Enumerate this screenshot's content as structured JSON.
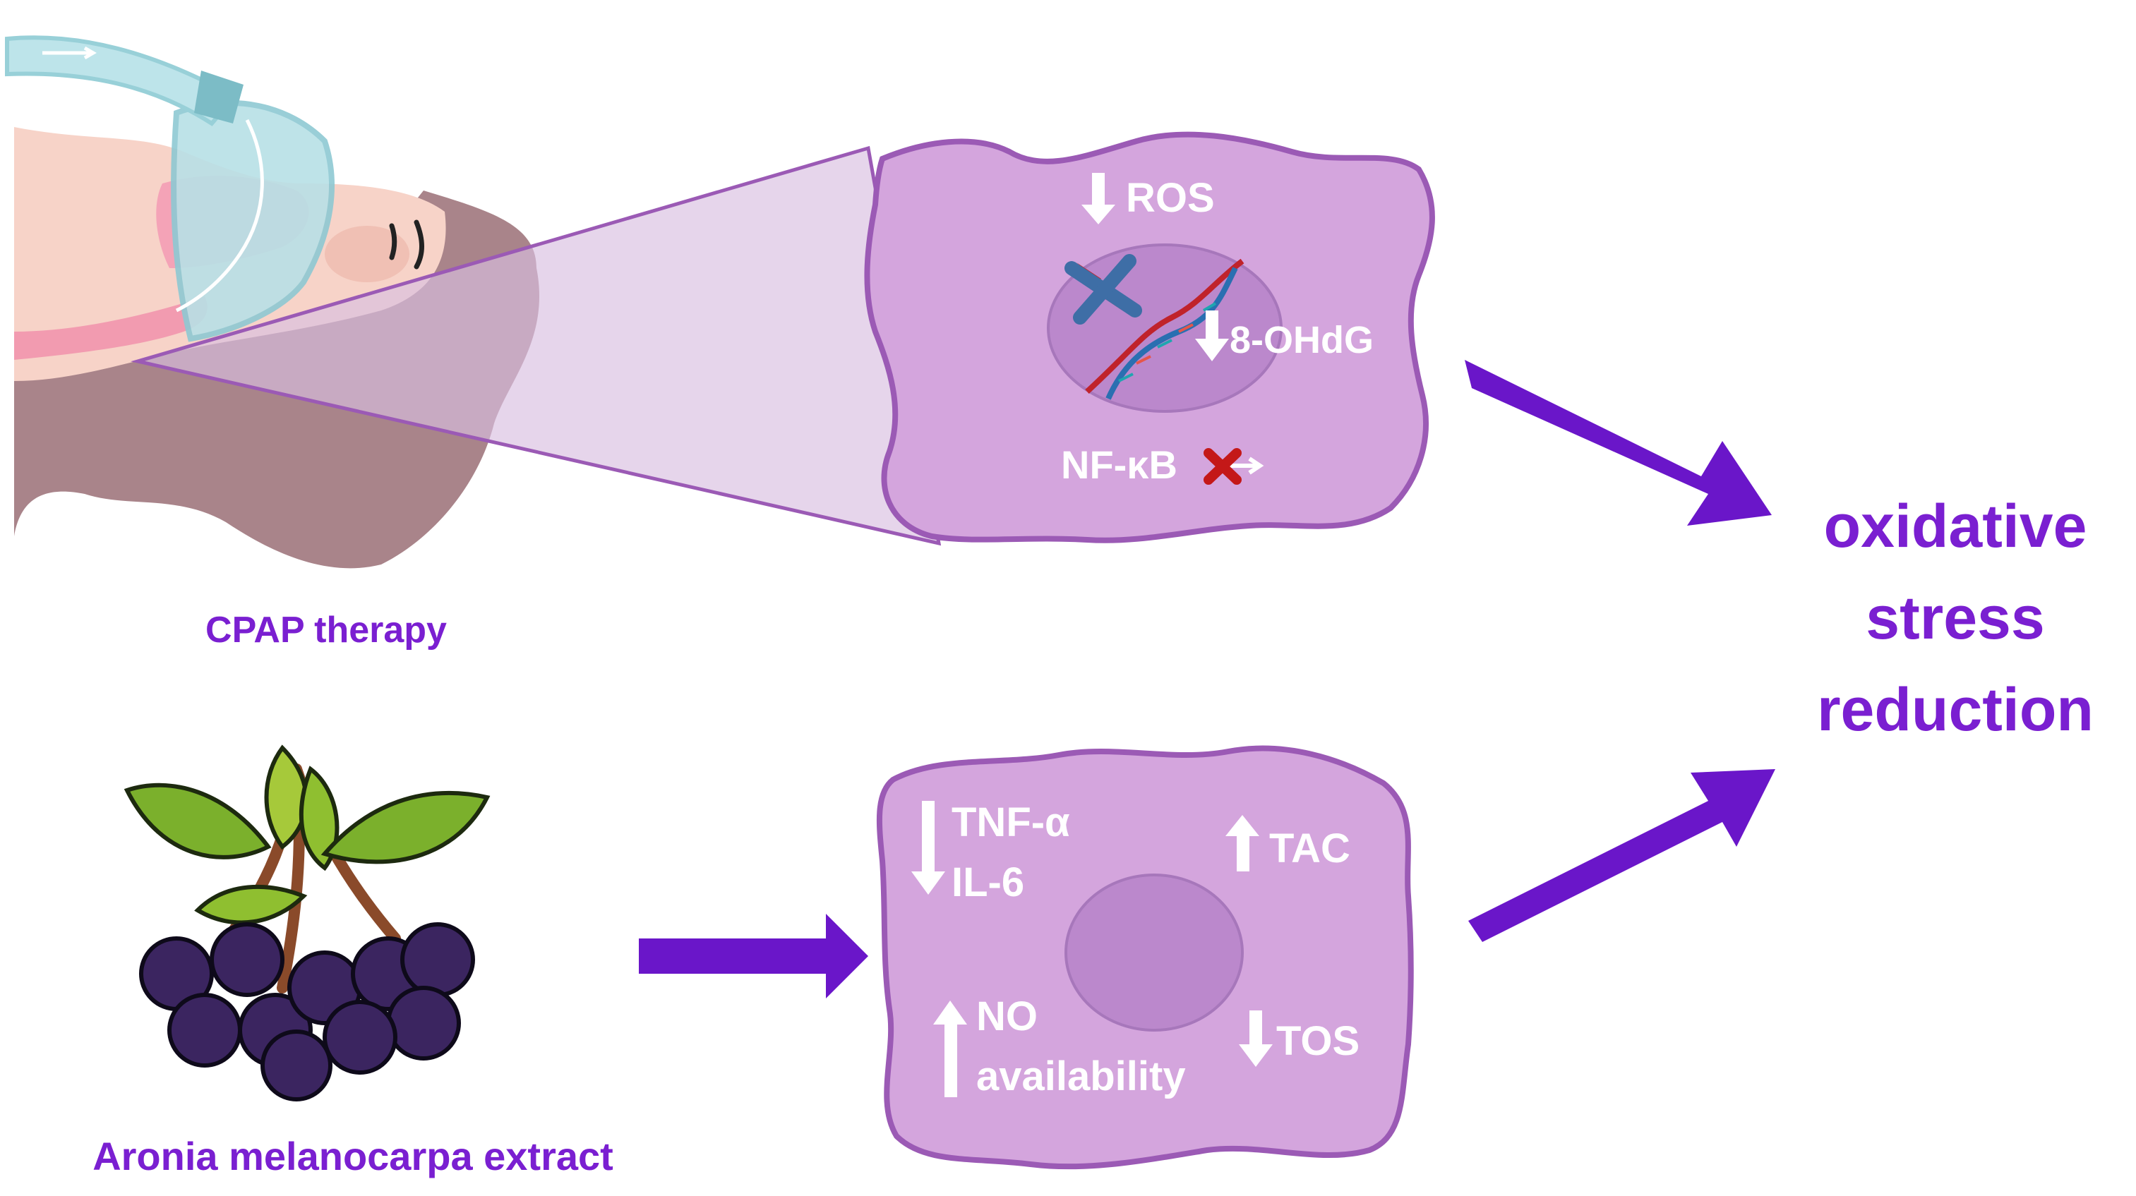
{
  "left_labels": {
    "cpap": "CPAP therapy",
    "aronia": "Aronia melanocarpa extract"
  },
  "cell_top": {
    "ros": "ROS",
    "ohdg": "8-OHdG",
    "nfkb": "NF-κB"
  },
  "cell_bottom": {
    "tnf": "TNF-α",
    "il6": "IL-6",
    "tac": "TAC",
    "no_line1": "NO",
    "no_line2": "availability",
    "tos": "TOS"
  },
  "outcome": {
    "line1": "oxidative",
    "line2": "stress",
    "line3": "reduction"
  },
  "colors": {
    "purple_text": "#7a1fd1",
    "arrow": "#6a16c9",
    "cell_fill": "#d4a5dd",
    "cell_stroke": "#9b5ab5",
    "nucleus": "#bb88cc",
    "berry": "#3b2560",
    "leaf": "#7bb02c",
    "skin": "#f7d3c8",
    "hair": "#a9848a",
    "mask": "#b8e0e6"
  }
}
